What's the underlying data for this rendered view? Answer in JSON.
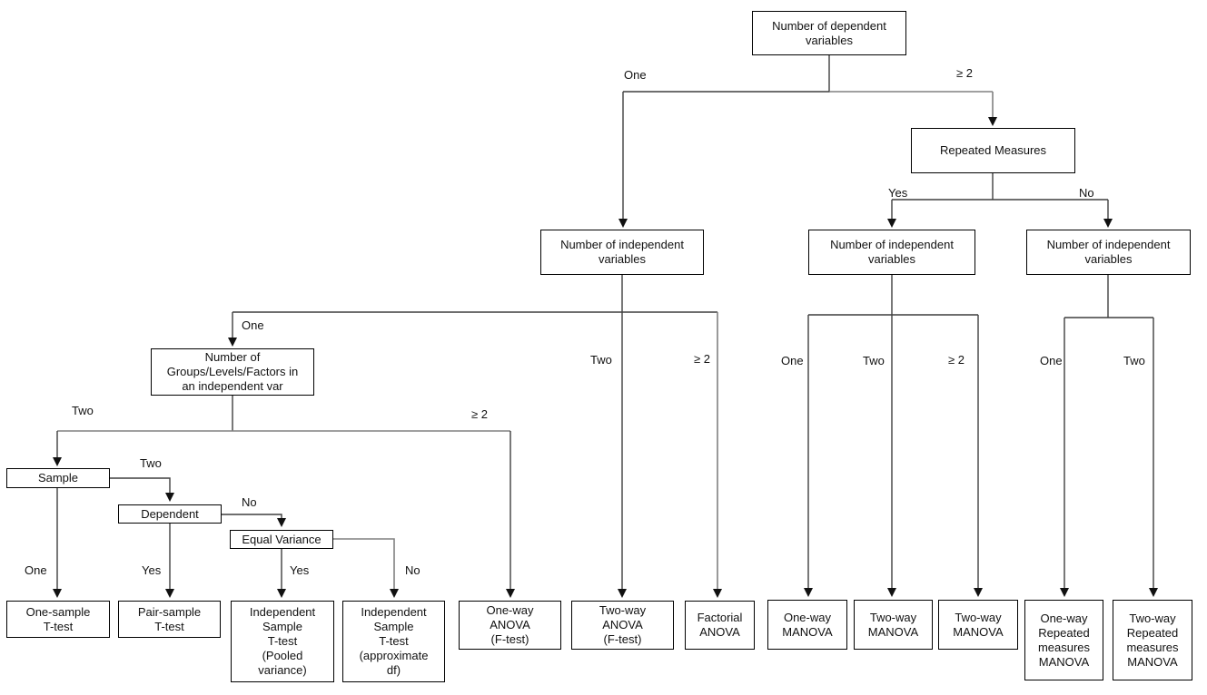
{
  "diagram_type": "decision-tree flowchart for choosing a statistical test",
  "colors": {
    "background": "#ffffff",
    "box_border": "#000000",
    "connector": "#3f3f3f",
    "connector_gray": "#808080",
    "text": "#111111"
  },
  "nodes": {
    "dependent_variables": {
      "label": "Number of dependent\nvariables"
    },
    "repeated_measures": {
      "label": "Repeated Measures"
    },
    "num_indep_mid": {
      "label": "Number of independent\nvariables"
    },
    "num_indep_yes": {
      "label": "Number of independent\nvariables"
    },
    "num_indep_no": {
      "label": "Number of independent\nvariables"
    },
    "groups_levels": {
      "label": "Number of\nGroups/Levels/Factors in\nan independent var"
    },
    "sample": {
      "label": "Sample"
    },
    "dependent": {
      "label": "Dependent"
    },
    "equal_variance": {
      "label": "Equal Variance"
    },
    "one_sample_ttest": {
      "label": "One-sample\nT-test"
    },
    "pair_sample_ttest": {
      "label": "Pair-sample\nT-test"
    },
    "independent_pooled": {
      "label": "Independent\nSample\nT-test\n(Pooled\nvariance)"
    },
    "independent_approx": {
      "label": "Independent\nSample\nT-test\n(approximate\ndf)"
    },
    "oneway_anova": {
      "label": "One-way\nANOVA\n(F-test)"
    },
    "twoway_anova": {
      "label": "Two-way\nANOVA\n(F-test)"
    },
    "factorial_anova": {
      "label": "Factorial\nANOVA"
    },
    "oneway_manova": {
      "label": "One-way\nMANOVA"
    },
    "twoway_manova": {
      "label": "Two-way\nMANOVA"
    },
    "twoway_manova_2": {
      "label": "Two-way\nMANOVA"
    },
    "oneway_rm_manova": {
      "label": "One-way\nRepeated\nmeasures\nMANOVA"
    },
    "twoway_rm_manova": {
      "label": "Two-way\nRepeated\nmeasures\nMANOVA"
    }
  },
  "edge_labels": {
    "dep_one": "One",
    "dep_ge2": "≥ 2",
    "rm_yes": "Yes",
    "rm_no": "No",
    "mid_one": "One",
    "mid_two": "Two",
    "mid_ge2": "≥ 2",
    "yes_one": "One",
    "yes_two": "Two",
    "yes_ge2": "≥ 2",
    "no_one": "One",
    "no_two": "Two",
    "groups_two": "Two",
    "groups_ge2": "≥ 2",
    "sample_two": "Two",
    "dependent_no": "No",
    "sample_one": "One",
    "dependent_yes": "Yes",
    "equal_yes": "Yes",
    "equal_no": "No"
  }
}
